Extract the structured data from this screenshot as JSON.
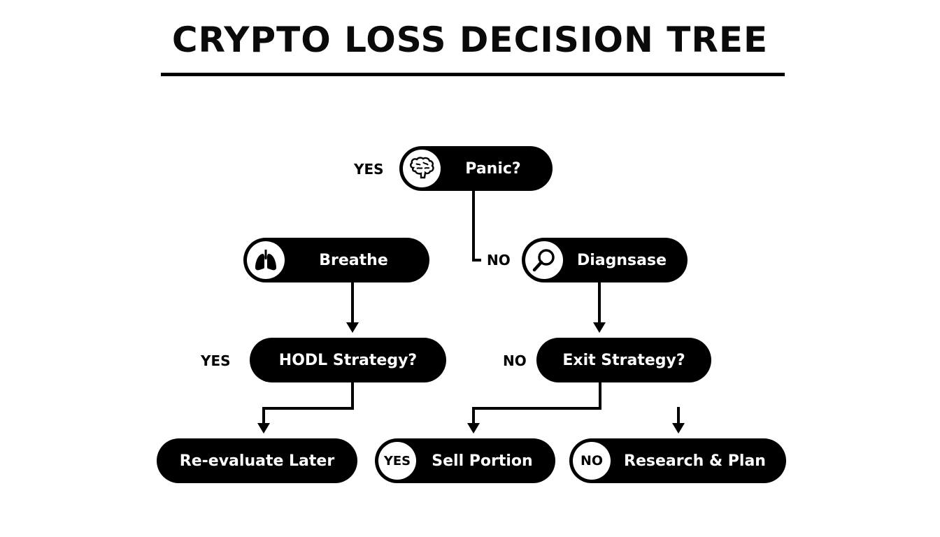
{
  "title": "CRYPTO LOSS DECISION TREE",
  "nodes": {
    "panic": {
      "label": "Panic?",
      "icon": "brain-icon",
      "side_label": "YES"
    },
    "breathe": {
      "label": "Breathe",
      "icon": "lungs-icon"
    },
    "diagnose": {
      "label": "Diagnsase",
      "icon": "magnifier-icon",
      "side_label": "NO"
    },
    "hodl": {
      "label": "HODL Strategy?",
      "side_label": "YES"
    },
    "exit": {
      "label": "Exit Strategy?",
      "side_label": "NO"
    },
    "reevaluate": {
      "label": "Re-evaluate Later"
    },
    "sell": {
      "label": "Sell Portion",
      "badge": "YES"
    },
    "research": {
      "label": "Research & Plan",
      "badge": "NO"
    }
  },
  "colors": {
    "background": "#ffffff",
    "node_fill": "#000000",
    "node_text": "#ffffff",
    "line": "#000000"
  }
}
